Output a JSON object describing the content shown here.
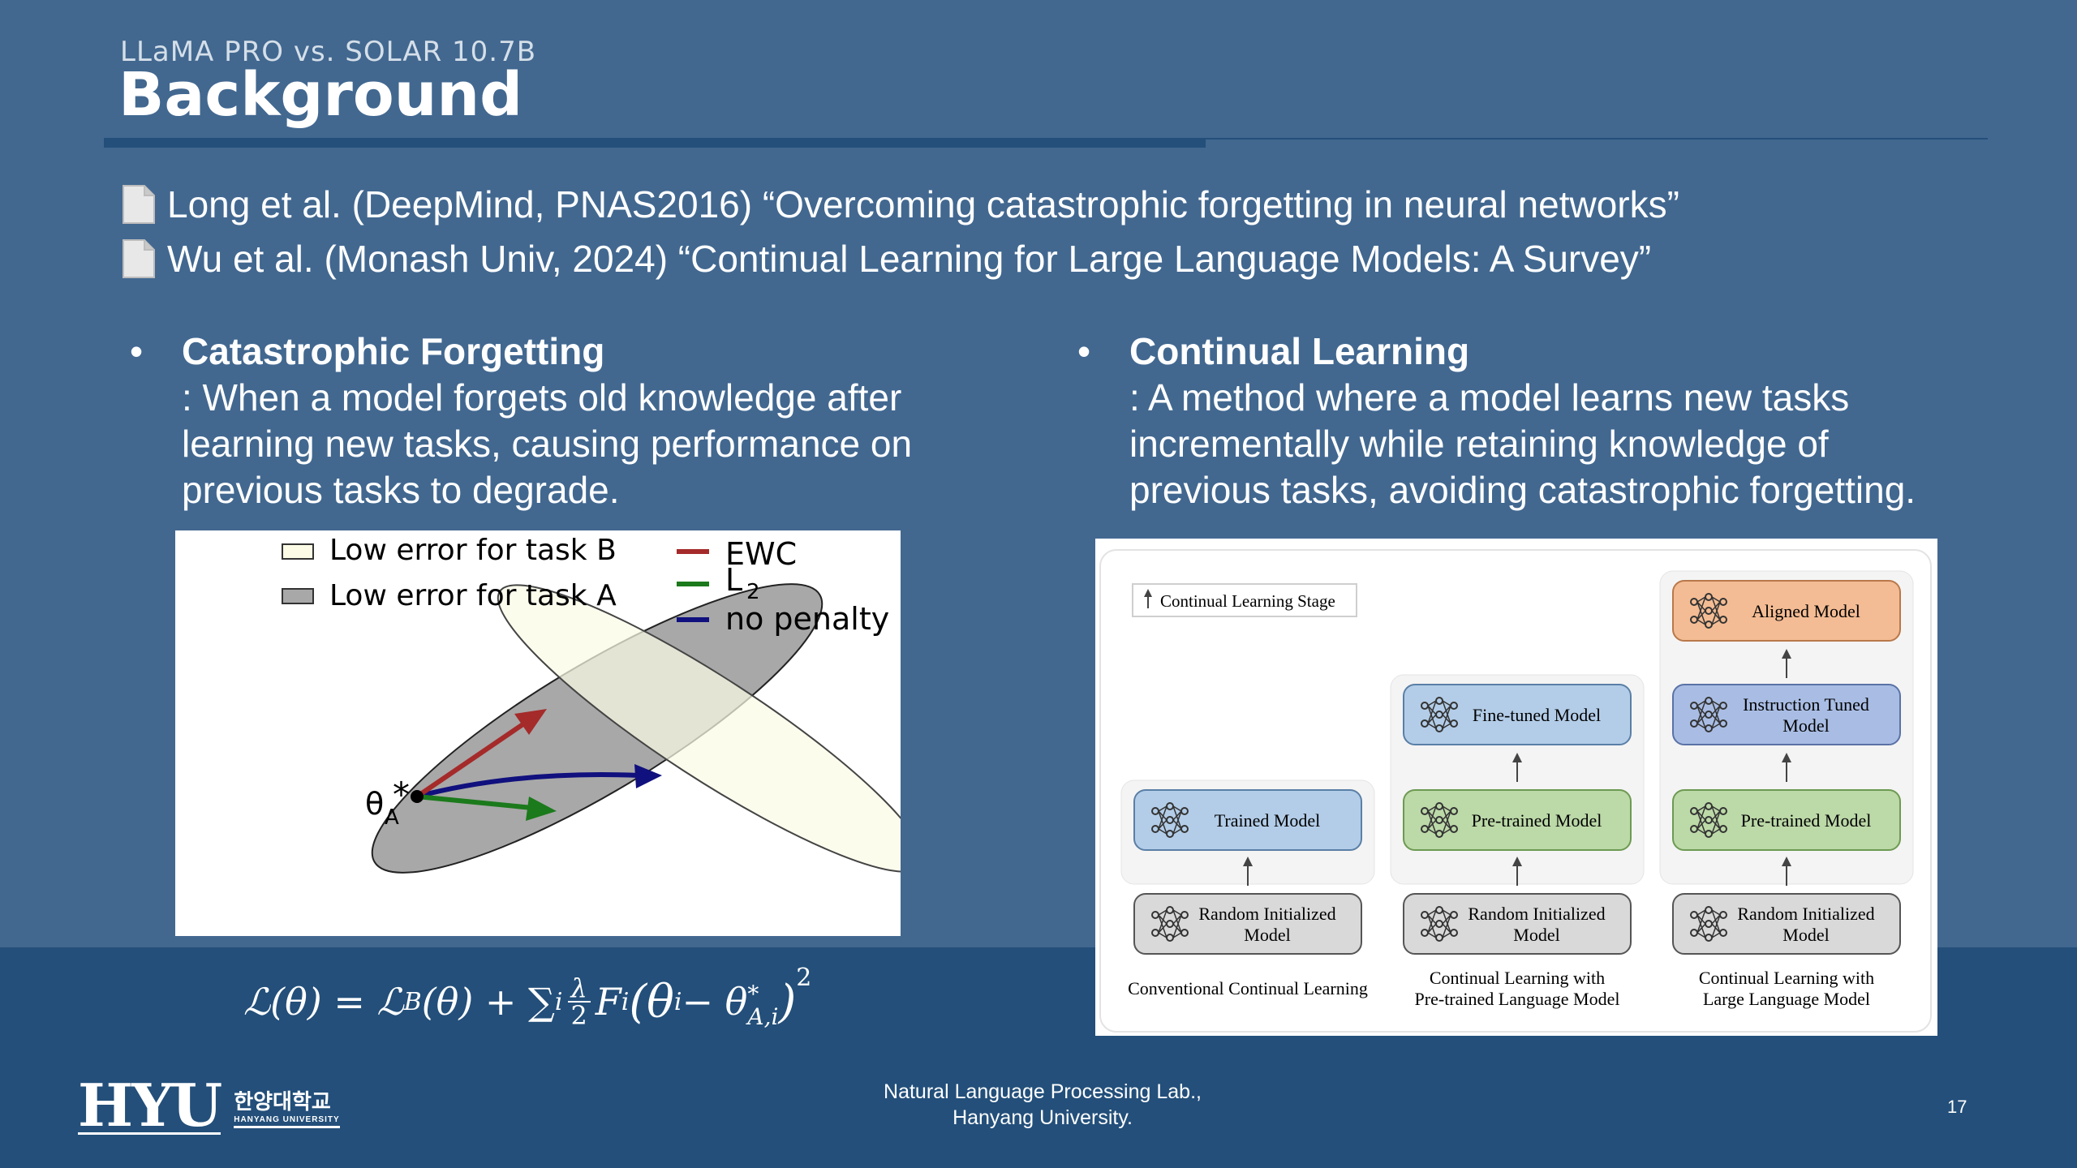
{
  "header": {
    "subtitle": "LLaMA PRO vs. SOLAR 10.7B",
    "title": "Background"
  },
  "references": [
    {
      "icon": "document-icon",
      "text": "Long et al. (DeepMind, PNAS2016) “Overcoming catastrophic forgetting in neural networks”"
    },
    {
      "icon": "document-icon",
      "text": "Wu et al. (Monash Univ, 2024) “Continual Learning for Large Language Models: A Survey”"
    }
  ],
  "left_column": {
    "heading": "Catastrophic Forgetting",
    "lines": [
      ": When a model forgets old knowledge after",
      "learning new tasks, causing performance on",
      "previous tasks to degrade."
    ]
  },
  "right_column": {
    "heading": "Continual Learning",
    "lines": [
      ": A method where a model learns new tasks",
      "incrementally while retaining knowledge of",
      "previous tasks, avoiding catastrophic forgetting."
    ]
  },
  "ewc_figure": {
    "legend_regions": [
      "Low error for task B",
      "Low error for task A"
    ],
    "legend_methods": [
      {
        "label": "EWC",
        "color": "#a52a2a"
      },
      {
        "label": "L",
        "sub": "2",
        "color": "#1b7a1b"
      },
      {
        "label": "no penalty",
        "color": "#10107e"
      }
    ],
    "theta_label": "θ",
    "theta_sub": "A",
    "theta_star": "*",
    "colors": {
      "task_b_fill": "#fbfbe6",
      "task_a_fill": "#a8a8a8"
    }
  },
  "cl_figure": {
    "stage_label": "Continual Learning Stage",
    "columns": [
      {
        "caption": [
          "Conventional Continual Learning"
        ],
        "boxes": [
          {
            "label": [
              "Trained Model"
            ],
            "color": "#b3cde8"
          },
          {
            "label": [
              "Random Initialized",
              "Model"
            ],
            "color": "#d9d9d9"
          }
        ]
      },
      {
        "caption": [
          "Continual Learning with",
          "Pre-trained Language Model"
        ],
        "boxes": [
          {
            "label": [
              "Fine-tuned Model"
            ],
            "color": "#b3cde8"
          },
          {
            "label": [
              "Pre-trained Model"
            ],
            "color": "#bcd9a8"
          },
          {
            "label": [
              "Random Initialized",
              "Model"
            ],
            "color": "#d9d9d9"
          }
        ]
      },
      {
        "caption": [
          "Continual Learning with",
          "Large Language Model"
        ],
        "boxes": [
          {
            "label": [
              "Aligned Model"
            ],
            "color": "#f4bc94"
          },
          {
            "label": [
              "Instruction Tuned",
              "Model"
            ],
            "color": "#a9bde4"
          },
          {
            "label": [
              "Pre-trained Model"
            ],
            "color": "#bcd9a8"
          },
          {
            "label": [
              "Random Initialized",
              "Model"
            ],
            "color": "#d9d9d9"
          }
        ]
      }
    ]
  },
  "formula": {
    "lhs": "ℒ(θ) = ℒ",
    "lhs_sub": "B",
    "mid": "(θ) + ∑",
    "sum_sub": "i",
    "frac_num": "λ",
    "frac_den": "2",
    "f": "F",
    "f_sub": "i",
    "paren_open": "(θ",
    "theta_sub": "i",
    "minus": " − θ",
    "star_sup": "*",
    "star_sub": "A,i",
    "paren_close": ")",
    "power": "2"
  },
  "footer": {
    "logo_text": "HYU",
    "logo_korean": "한양대학교",
    "logo_english": "HANYANG UNIVERSITY",
    "lab_line1": "Natural Language Processing Lab.,",
    "lab_line2": "Hanyang University.",
    "page_number": "17"
  },
  "theme": {
    "background": "#426890",
    "band": "#234f7a"
  }
}
